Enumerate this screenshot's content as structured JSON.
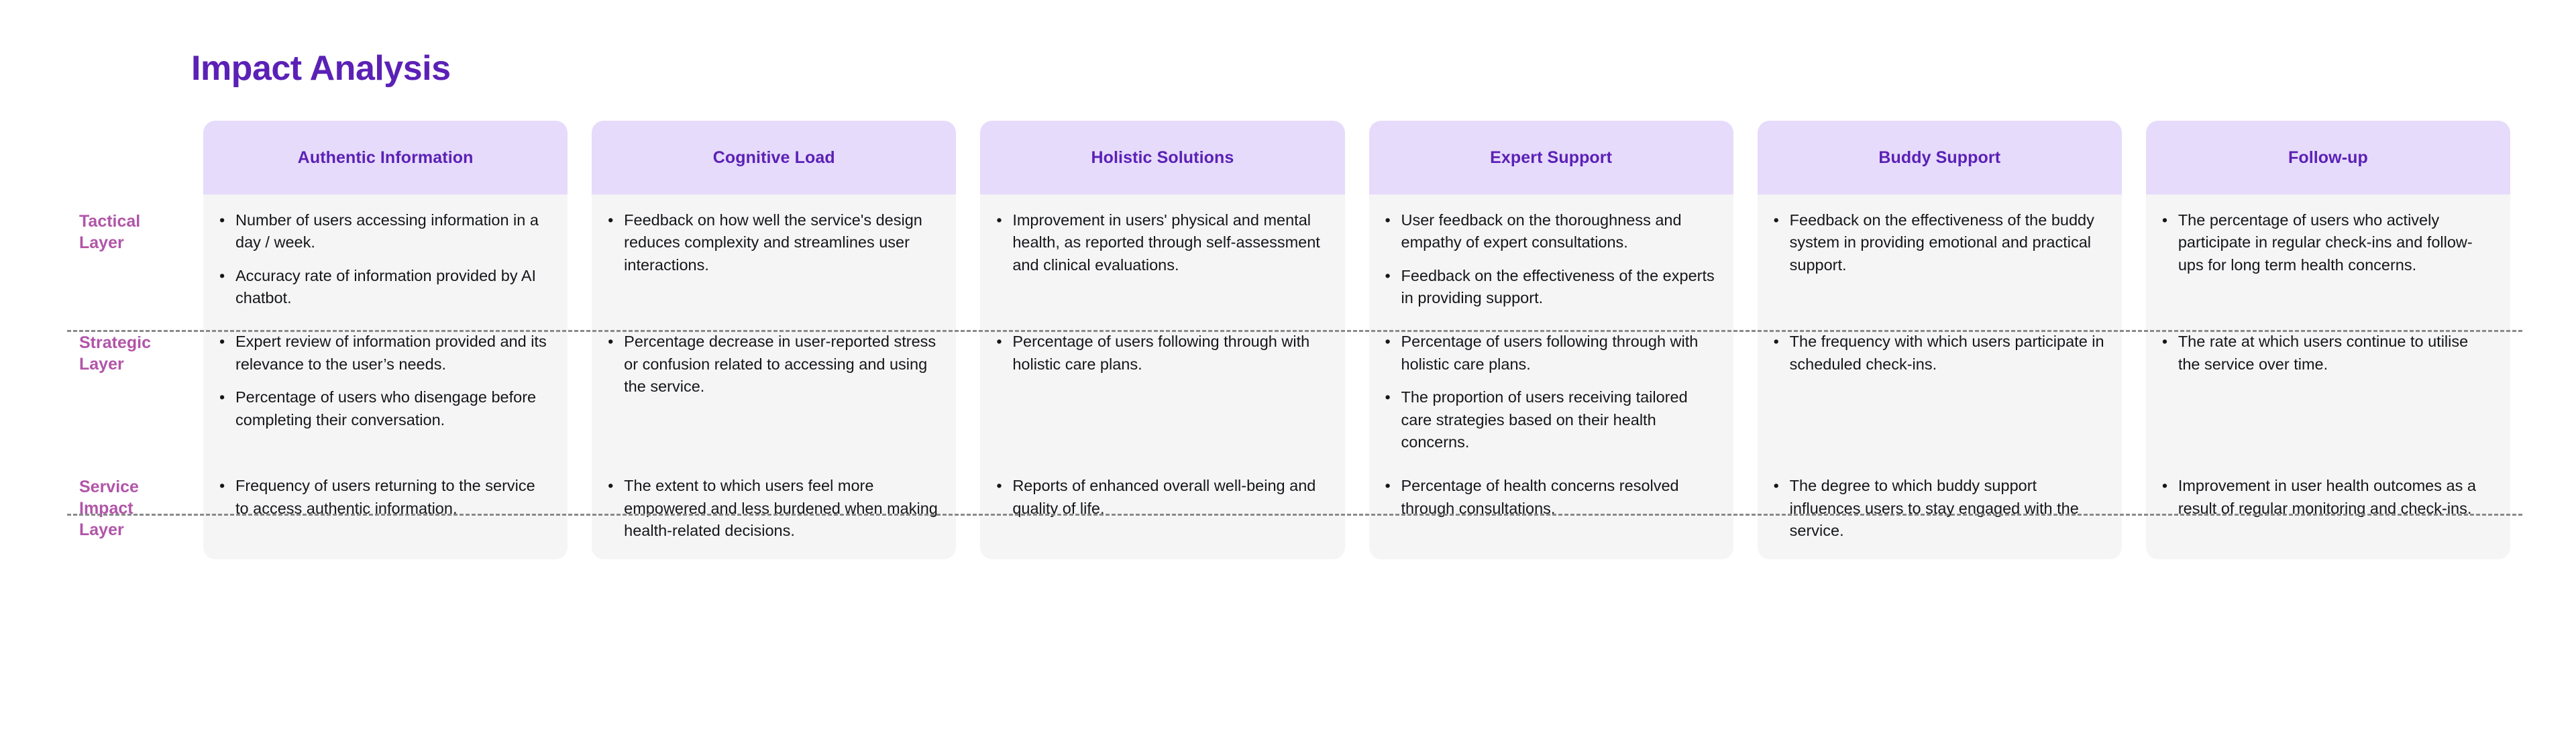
{
  "title": "Impact Analysis",
  "theme": {
    "title_color": "#5b21b6",
    "header_bg": "#e6dbfb",
    "header_text": "#5b21b6",
    "row_label_color": "#b155a8",
    "cell_bg": "#f5f5f5",
    "body_text": "#15161a",
    "separator_color": "#8a8a8a",
    "page_bg": "#ffffff"
  },
  "columns": [
    {
      "label": "Authentic Information"
    },
    {
      "label": "Cognitive Load"
    },
    {
      "label": "Holistic Solutions"
    },
    {
      "label": "Expert Support"
    },
    {
      "label": "Buddy Support"
    },
    {
      "label": "Follow-up"
    }
  ],
  "rows": [
    {
      "label": "Tactical Layer",
      "cells": [
        [
          "Number of users accessing information in a day / week.",
          "Accuracy rate of information provided by AI chatbot."
        ],
        [
          "Feedback on how well the service's design reduces complexity and streamlines user interactions."
        ],
        [
          "Improvement in users' physical and mental health, as reported through self-assessment and clinical evaluations."
        ],
        [
          "User feedback on the thoroughness and empathy of expert consultations.",
          "Feedback on the effectiveness of the experts in providing support."
        ],
        [
          "Feedback on the effectiveness of the buddy system in providing emotional and practical support."
        ],
        [
          "The percentage of users who actively participate in regular check-ins and follow-ups for long term health concerns."
        ]
      ]
    },
    {
      "label": "Strategic Layer",
      "cells": [
        [
          "Expert review of information provided and its relevance to the user’s needs.",
          "Percentage of users who disengage before completing their conversation."
        ],
        [
          "Percentage decrease in user-reported stress or confusion related to accessing and using the service."
        ],
        [
          "Percentage of users following through with holistic care plans."
        ],
        [
          "Percentage of users following through with holistic care plans.",
          "The proportion of users receiving tailored care strategies based on their health concerns."
        ],
        [
          "The frequency with which users participate in scheduled check-ins."
        ],
        [
          "The rate at which users continue to utilise the service over time."
        ]
      ]
    },
    {
      "label": "Service Impact Layer",
      "cells": [
        [
          "Frequency of users returning to the service to access authentic information."
        ],
        [
          "The extent to which users feel more empowered and less burdened when making health-related decisions."
        ],
        [
          "Reports of enhanced overall well-being and quality of life."
        ],
        [
          "Percentage of health concerns resolved through consultations."
        ],
        [
          "The degree to which buddy support influences users to stay engaged with the service."
        ],
        [
          "Improvement in user health outcomes as a result of regular monitoring and check-ins."
        ]
      ]
    }
  ],
  "bullet_glyph": "•"
}
